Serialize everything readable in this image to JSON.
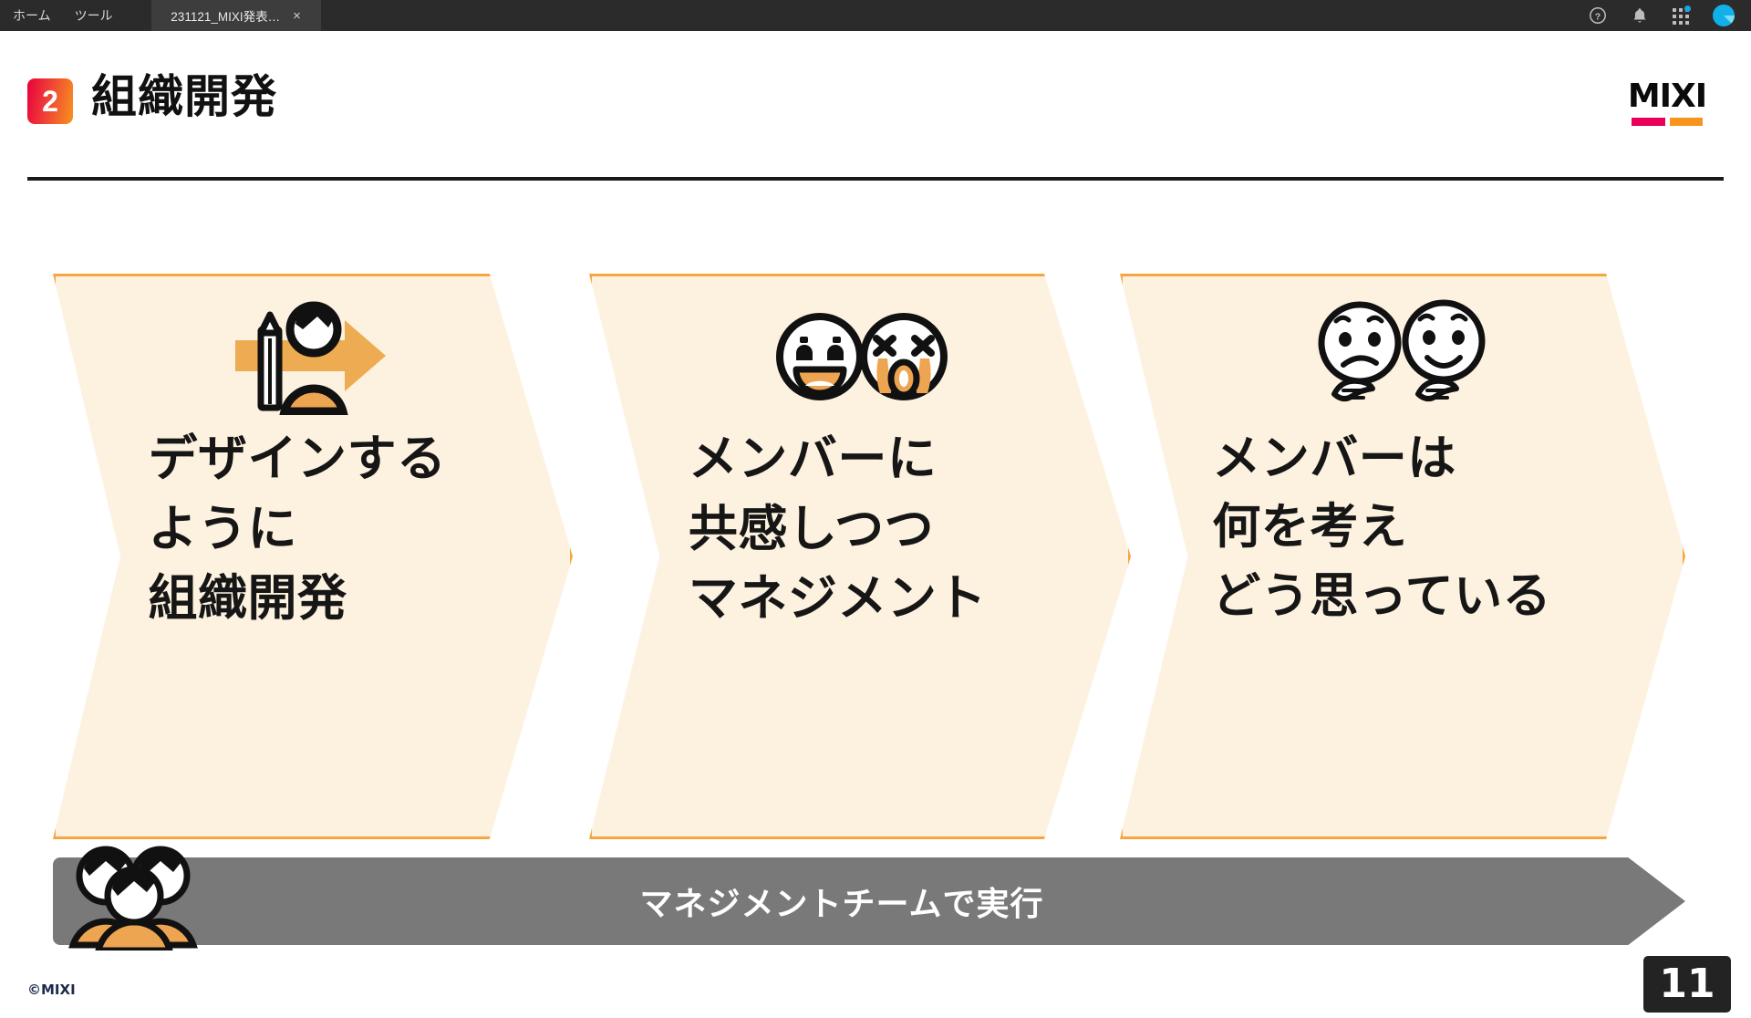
{
  "chrome": {
    "menu_items": [
      {
        "label": "ホーム",
        "name": "menu-home"
      },
      {
        "label": "ツール",
        "name": "menu-tools"
      }
    ],
    "tab": {
      "label": "231121_MIXI発表…",
      "close_label": "×"
    },
    "icons": {
      "help": "help-circle-icon",
      "bell": "bell-icon",
      "apps": "apps-grid-icon",
      "avatar": "user-avatar"
    }
  },
  "slide": {
    "section_number": "2",
    "title": "組織開発",
    "brand": {
      "wordmark": "MIXI",
      "bar_pink": "#e8005a",
      "bar_orange": "#f7941e"
    },
    "accent_color": "#f5a642",
    "panel_fill": "#fdf2e0",
    "steps": [
      {
        "icon": "person-pencil-arrow-icon",
        "lines": [
          "デザインする",
          "ように",
          "組織開発"
        ]
      },
      {
        "icon": "happy-and-crying-face-icon",
        "lines": [
          "メンバーに",
          "共感しつつ",
          "マネジメント"
        ]
      },
      {
        "icon": "two-thinking-faces-icon",
        "lines": [
          "メンバーは",
          "何を考え",
          "どう思っている"
        ]
      }
    ],
    "footer_bar": {
      "icon": "three-people-icon",
      "text": "マネジメントチームで実行",
      "color": "#797979"
    },
    "copyright": "©MIXI",
    "page_number": "11"
  }
}
